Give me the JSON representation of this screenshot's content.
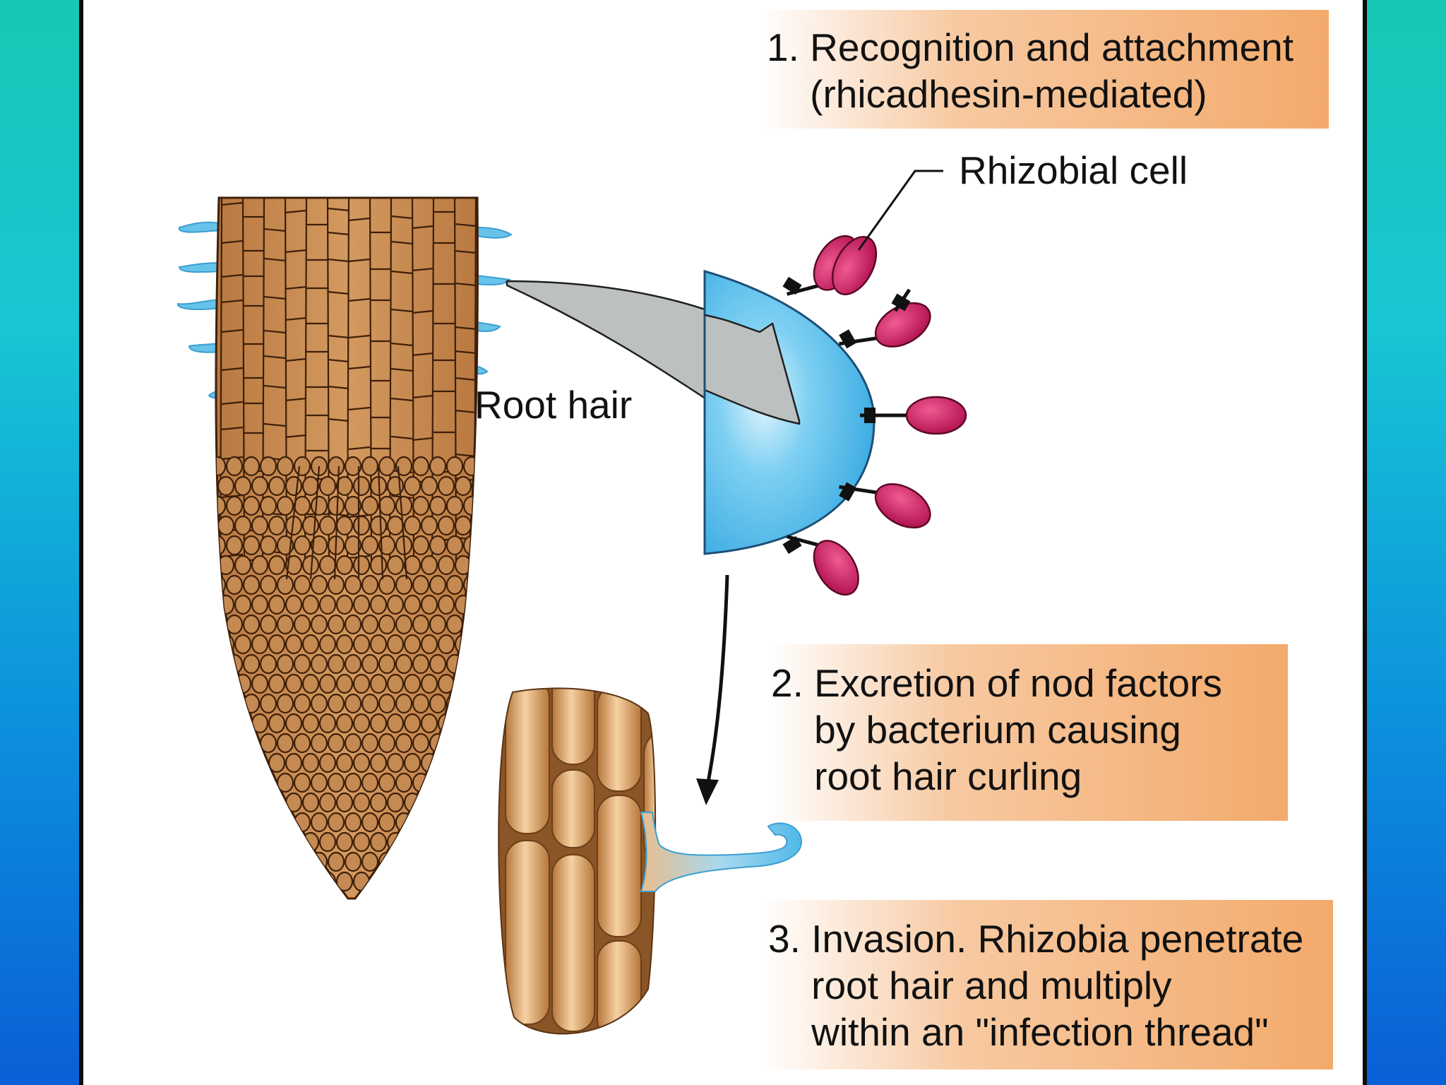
{
  "steps": [
    {
      "number": "1.",
      "lines": [
        "Recognition and attachment",
        "(rhicadhesin-mediated)"
      ]
    },
    {
      "number": "2.",
      "lines": [
        "Excretion of nod factors",
        "by bacterium causing",
        "root hair curling"
      ]
    },
    {
      "number": "3.",
      "lines": [
        "Invasion. Rhizobia penetrate",
        "root hair and multiply",
        "within an \"infection thread\""
      ]
    }
  ],
  "labels": {
    "rhizobial_cell": "Rhizobial cell",
    "root_hair": "Root hair"
  },
  "colors": {
    "background_top": "#17c7b4",
    "background_bottom": "#0a5fd6",
    "root_tissue": "#c98a4e",
    "root_cell_outline": "#3d1f0a",
    "root_hair_blue": "#4fb9e8",
    "bacterium": "#d0175e",
    "step_box": "#f3aa6b",
    "arrow_gray": "#bcc0c0"
  }
}
